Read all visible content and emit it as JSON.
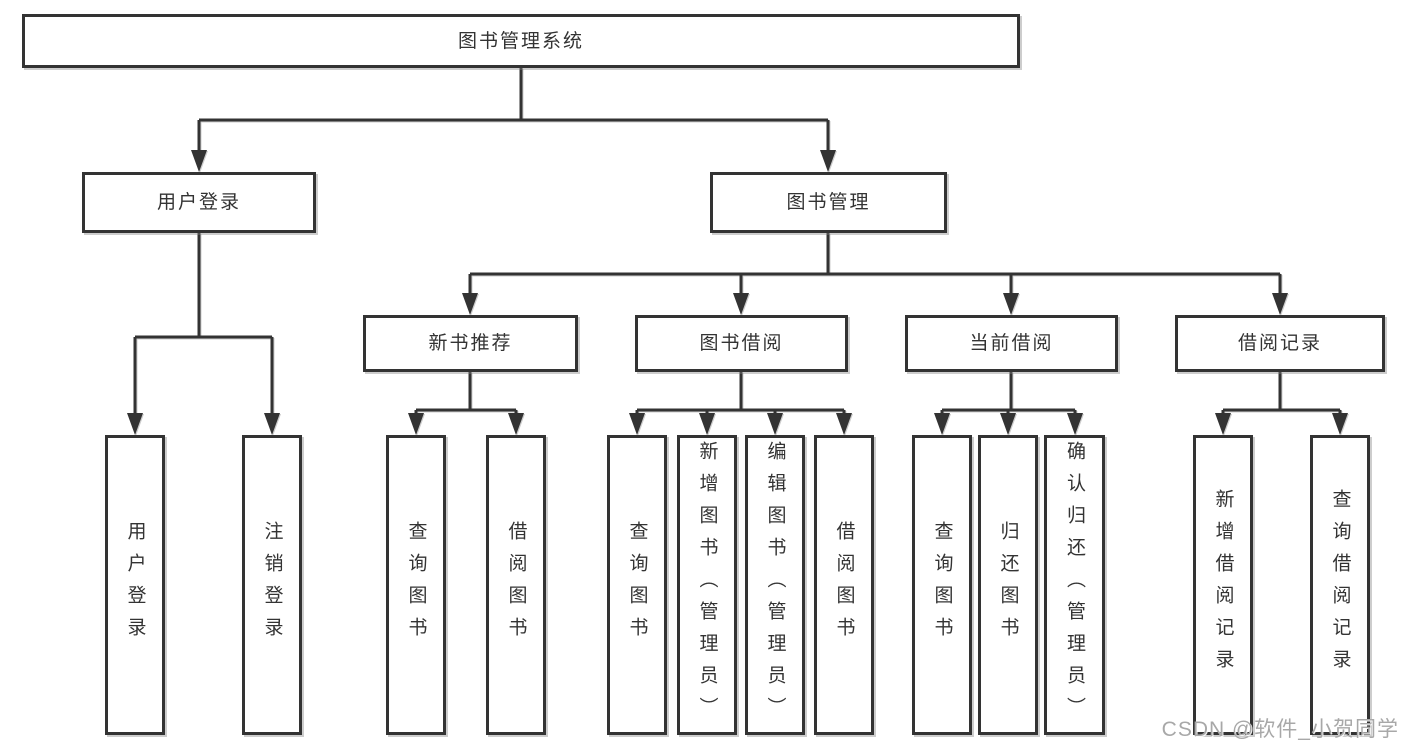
{
  "diagram": {
    "root": {
      "label": "图书管理系统"
    },
    "level2": [
      {
        "label": "用户登录"
      },
      {
        "label": "图书管理"
      }
    ],
    "level3": [
      {
        "label": "新书推荐",
        "parent": "图书管理"
      },
      {
        "label": "图书借阅",
        "parent": "图书管理"
      },
      {
        "label": "当前借阅",
        "parent": "图书管理"
      },
      {
        "label": "借阅记录",
        "parent": "图书管理"
      }
    ],
    "leaves": [
      {
        "label": "用户登录",
        "parent": "用户登录"
      },
      {
        "label": "注销登录",
        "parent": "用户登录"
      },
      {
        "label": "查询图书",
        "parent": "新书推荐"
      },
      {
        "label": "借阅图书",
        "parent": "新书推荐"
      },
      {
        "label": "查询图书",
        "parent": "图书借阅"
      },
      {
        "label": "新增图书（管理员）",
        "parent": "图书借阅"
      },
      {
        "label": "编辑图书（管理员）",
        "parent": "图书借阅"
      },
      {
        "label": "借阅图书",
        "parent": "图书借阅"
      },
      {
        "label": "查询图书",
        "parent": "当前借阅"
      },
      {
        "label": "归还图书",
        "parent": "当前借阅"
      },
      {
        "label": "确认归还（管理员）",
        "parent": "当前借阅"
      },
      {
        "label": "新增借阅记录",
        "parent": "借阅记录"
      },
      {
        "label": "查询借阅记录",
        "parent": "借阅记录"
      }
    ]
  },
  "watermark": {
    "text": "CSDN @软件_小贺同学"
  },
  "colors": {
    "line": "#333333",
    "box_border": "#333333",
    "box_fill": "#ffffff",
    "background": "#ffffff",
    "watermark": "#a8a8a8"
  }
}
